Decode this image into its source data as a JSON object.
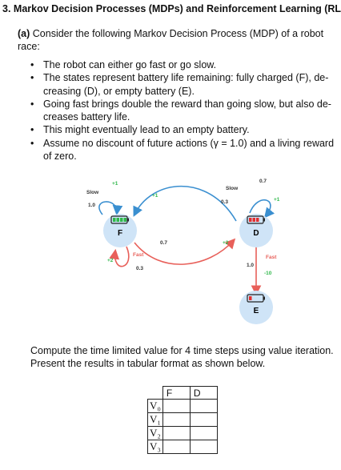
{
  "question": {
    "number": "3.",
    "title": "Markov Decision Processes (MDPs) and Reinforcement Learning (RL)"
  },
  "part_a": {
    "label": "(a)",
    "intro": "Consider the following Markov Decision Process (MDP) of a robot race:",
    "bullets": [
      "The robot can either go fast or go slow.",
      "The states represent battery life remaining: fully charged (F), de-creasing (D), or empty battery (E).",
      "Going fast brings double the reward than going slow, but also de-creases battery life.",
      "This might eventually lead to an empty battery.",
      "Assume no discount of future actions (γ = 1.0) and a living reward of zero."
    ],
    "compute": "Compute the time limited value for 4 time steps using value iteration. Present the results in tabular format as shown below."
  },
  "diagram": {
    "states": [
      {
        "id": "F",
        "label": "F",
        "battery": "full"
      },
      {
        "id": "D",
        "label": "D",
        "battery": "medium"
      },
      {
        "id": "E",
        "label": "E",
        "battery": "empty"
      }
    ],
    "labels": {
      "slow_f": "Slow",
      "slow_f_reward": "+1",
      "slow_f_prob": "1.0",
      "f_to_d_slow_reward": "+1",
      "slow_d": "Slow",
      "slow_d_prob": "0.3",
      "slow_d_self_prob": "0.7",
      "slow_d_self_reward": "+1",
      "fast_f": "Fast",
      "fast_f_self_reward": "+2",
      "fast_f_self_prob": "0.3",
      "fast_f_to_d_prob": "0.7",
      "fast_f_to_d_reward": "+2",
      "fast_d": "Fast",
      "fast_d_prob": "1.0",
      "fast_d_reward": "-10"
    },
    "colors": {
      "state_fill": "#cfe4f7",
      "slow_arrow": "#3a8fd0",
      "fast_arrow": "#e8605a",
      "battery_green": "#2fb84a",
      "battery_red": "#e32f2f"
    }
  },
  "value_table": {
    "columns": [
      "F",
      "D"
    ],
    "rows": [
      "V₀",
      "V₁",
      "V₂",
      "V₃"
    ]
  }
}
